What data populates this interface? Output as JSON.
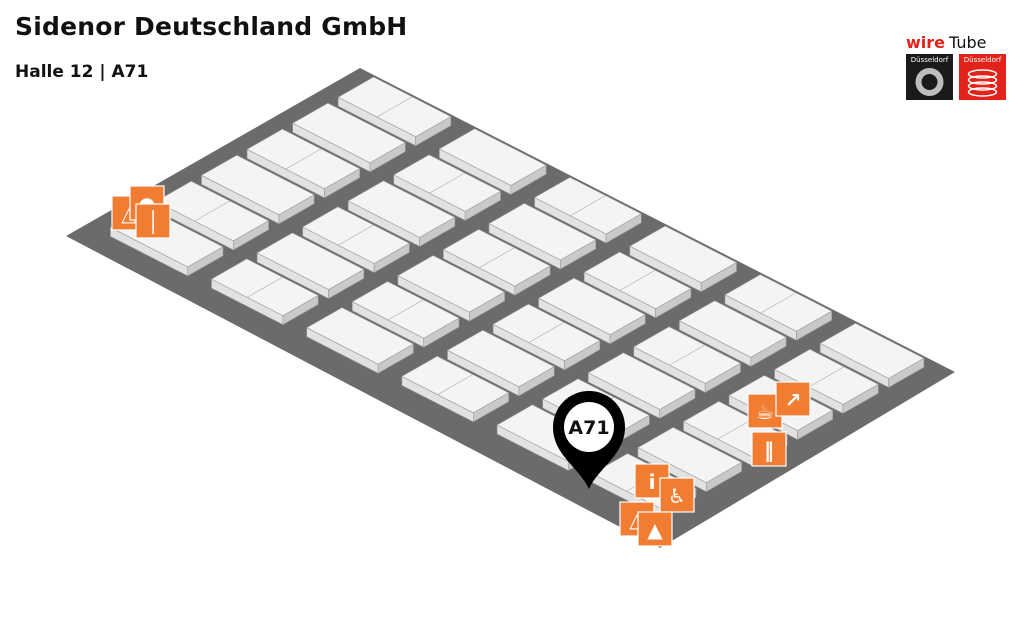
{
  "header": {
    "title": "Sidenor Deutschland GmbH",
    "subtitle": "Halle 12 | A71"
  },
  "logos": {
    "wire": "wire",
    "tube": "Tube",
    "wire_city": "Düsseldorf",
    "tube_city": "Düsseldorf"
  },
  "marker": {
    "label": "A71",
    "color": "#000000",
    "highlight_color": "#f07d00"
  },
  "colors": {
    "floor": "#6b6b6b",
    "booth_top": "#f4f4f4",
    "booth_side": "#c9c9c9",
    "booth_front": "#e2e2e2",
    "service_icon": "#f07d32"
  },
  "service_icons": [
    {
      "name": "info-icon"
    },
    {
      "name": "wheelchair-icon"
    },
    {
      "name": "restroom-man-icon"
    },
    {
      "name": "restroom-woman-icon"
    },
    {
      "name": "cafe-icon"
    },
    {
      "name": "escalator-icon"
    },
    {
      "name": "restaurant-icon"
    }
  ]
}
